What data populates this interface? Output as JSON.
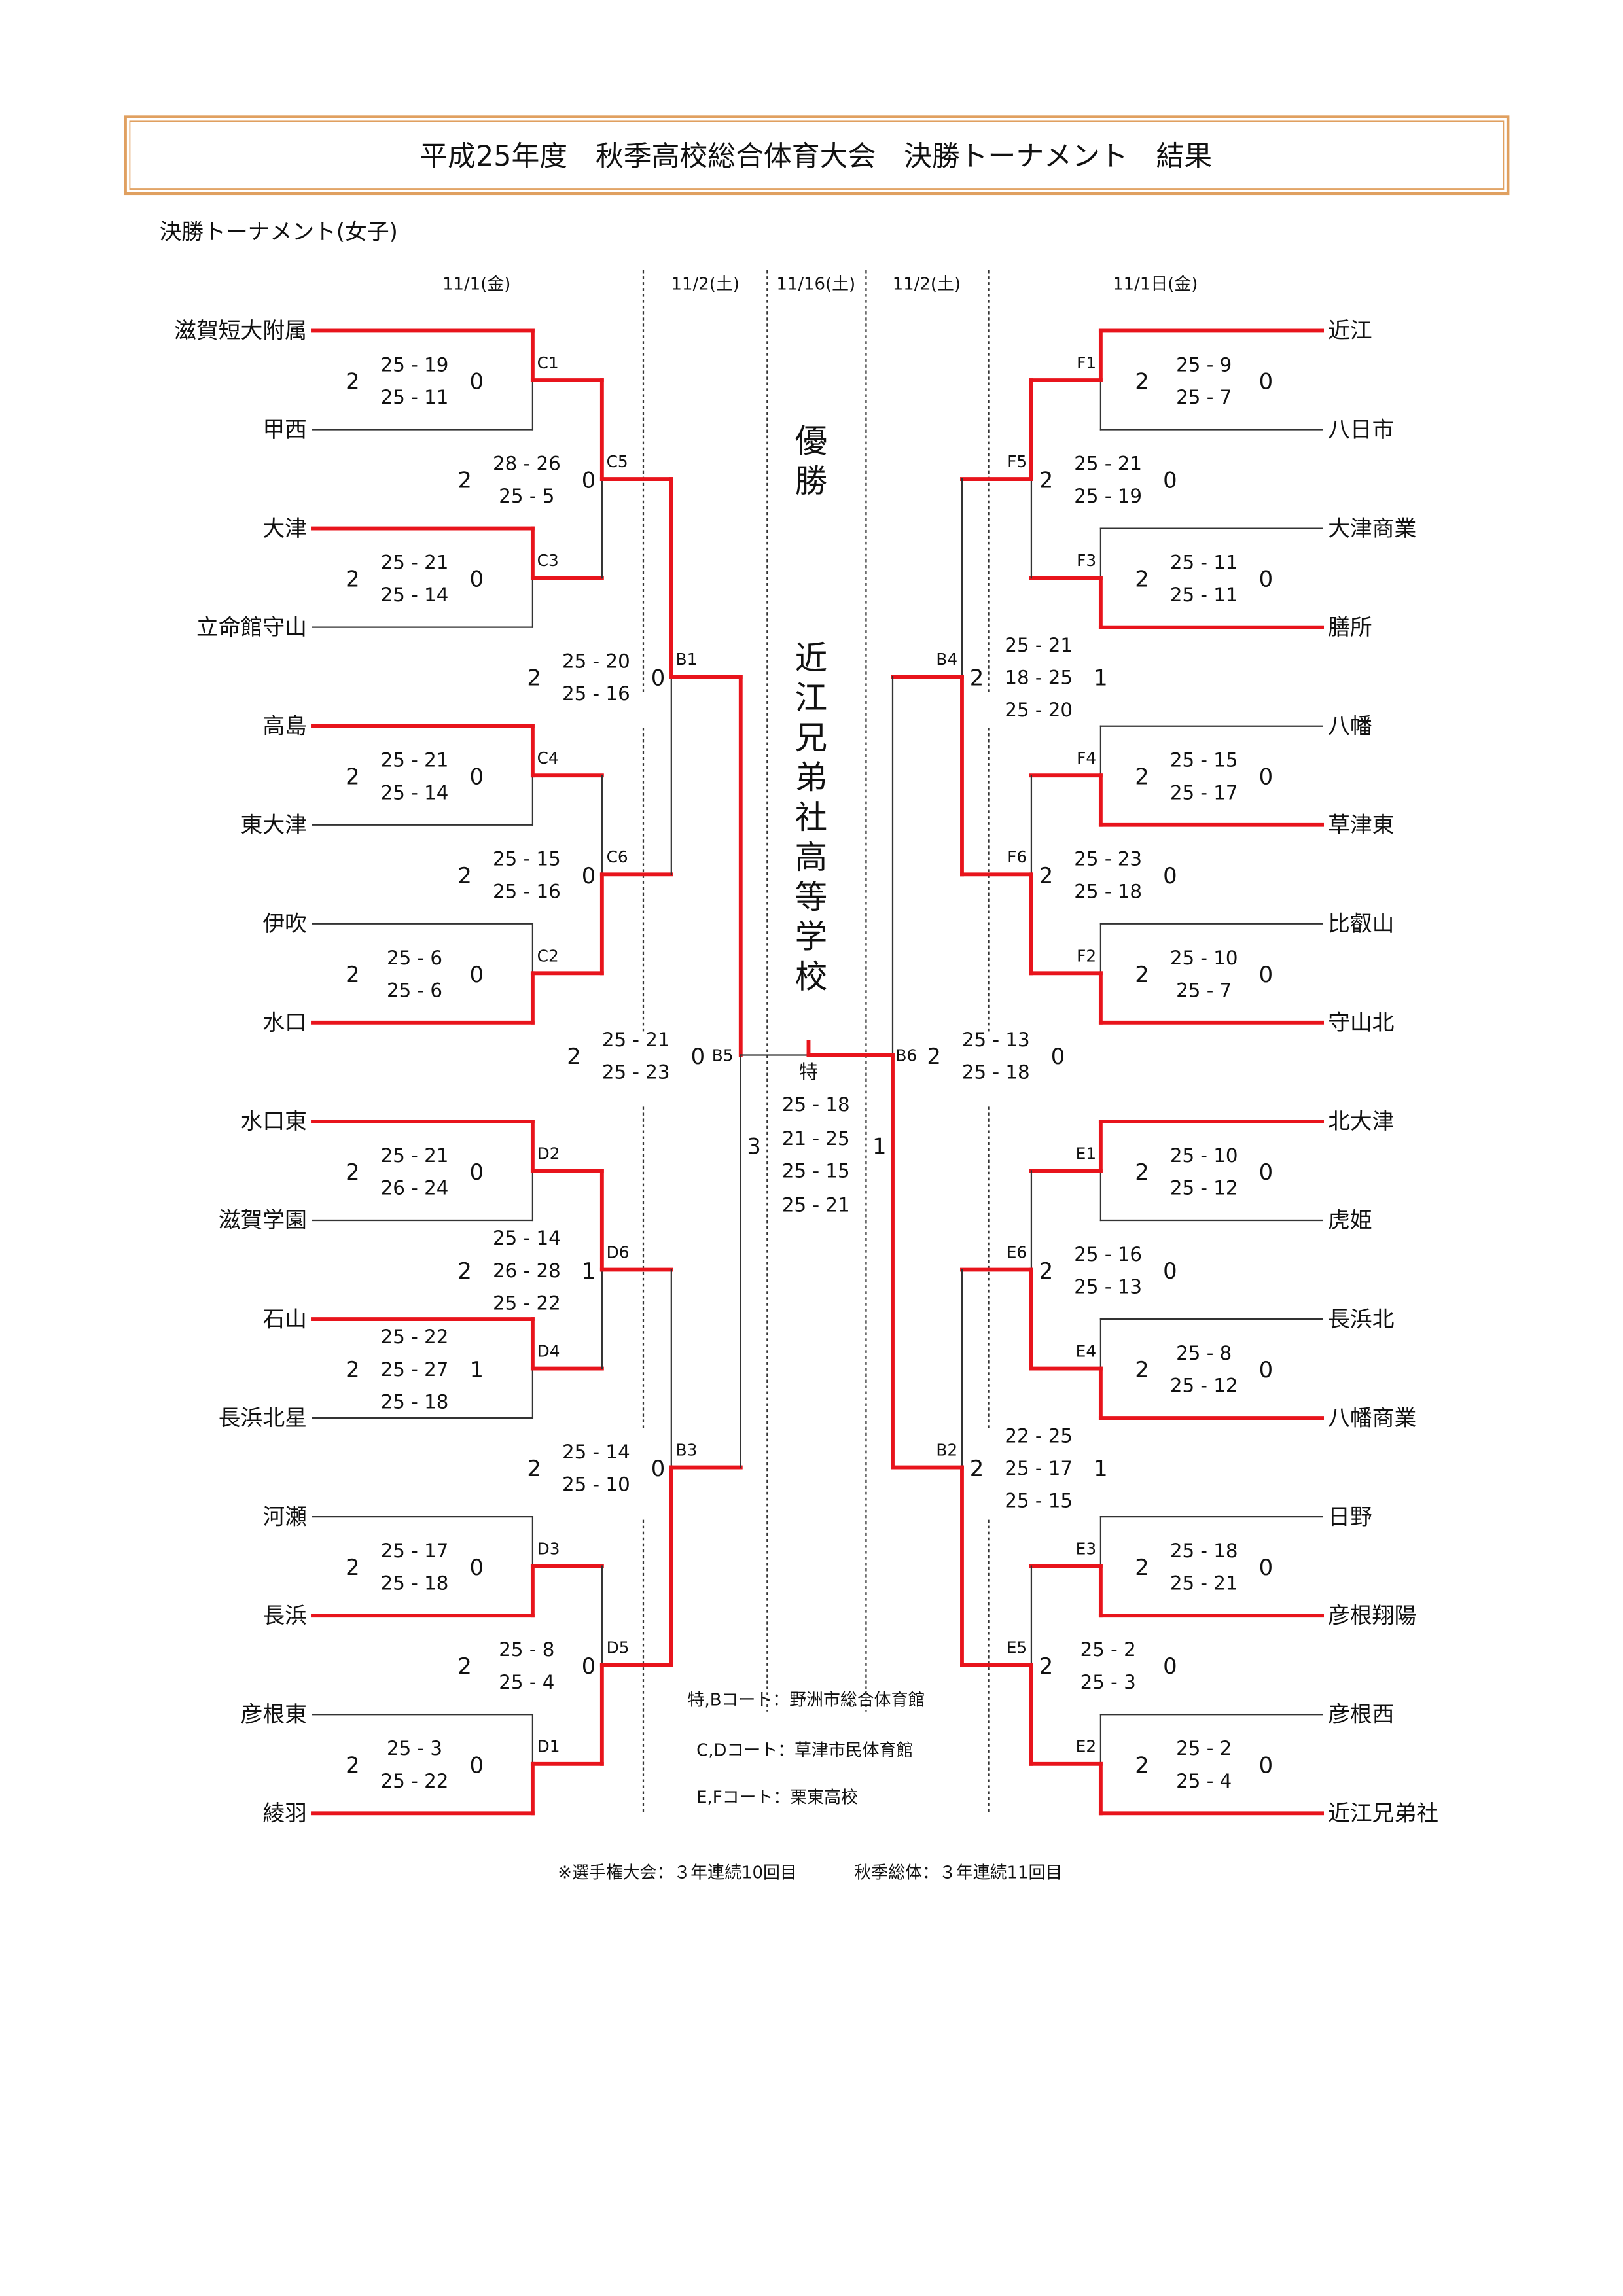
{
  "title": "平成25年度　秋季高校総合体育大会　決勝トーナメント　結果",
  "subtitle": "決勝トーナメント(女子)",
  "dates": [
    "11/1(金)",
    "11/2(土)",
    "11/16(土)",
    "11/2(土)",
    "11/1日(金)"
  ],
  "colors": {
    "winner_line": "#e8141c",
    "loser_line": "#333333",
    "title_border": "#e0a060"
  },
  "left": {
    "teams": [
      "滋賀短大附属",
      "甲西",
      "大津",
      "立命館守山",
      "高島",
      "東大津",
      "伊吹",
      "水口",
      "水口東",
      "滋賀学園",
      "石山",
      "長浜北星",
      "河瀬",
      "長浜",
      "彦根東",
      "綾羽"
    ],
    "rounds": [
      [
        {
          "label": "C1",
          "winner": "top",
          "winner_sets": "2",
          "loser_sets": "0",
          "scores": [
            "25 - 19",
            "25 - 11"
          ]
        },
        {
          "label": "C3",
          "winner": "top",
          "winner_sets": "2",
          "loser_sets": "0",
          "scores": [
            "25 - 21",
            "25 - 14"
          ]
        },
        {
          "label": "C4",
          "winner": "top",
          "winner_sets": "2",
          "loser_sets": "0",
          "scores": [
            "25 - 21",
            "25 - 14"
          ]
        },
        {
          "label": "C2",
          "winner": "bottom",
          "winner_sets": "2",
          "loser_sets": "0",
          "scores": [
            "25 -  6",
            "25 -  6"
          ]
        },
        {
          "label": "D2",
          "winner": "top",
          "winner_sets": "2",
          "loser_sets": "0",
          "scores": [
            "25 - 21",
            "26 - 24"
          ]
        },
        {
          "label": "D4",
          "winner": "top",
          "winner_sets": "2",
          "loser_sets": "1",
          "scores": [
            "25 - 22",
            "25 - 27",
            "25 - 18"
          ]
        },
        {
          "label": "D3",
          "winner": "bottom",
          "winner_sets": "2",
          "loser_sets": "0",
          "scores": [
            "25 - 17",
            "25 - 18"
          ]
        },
        {
          "label": "D1",
          "winner": "bottom",
          "winner_sets": "2",
          "loser_sets": "0",
          "scores": [
            "25 -  3",
            "25 - 22"
          ]
        }
      ],
      [
        {
          "label": "C5",
          "winner": "top",
          "winner_sets": "2",
          "loser_sets": "0",
          "scores": [
            "28 - 26",
            "25 -  5"
          ]
        },
        {
          "label": "C6",
          "winner": "bottom",
          "winner_sets": "2",
          "loser_sets": "0",
          "scores": [
            "25 - 15",
            "25 - 16"
          ]
        },
        {
          "label": "D6",
          "winner": "top",
          "winner_sets": "2",
          "loser_sets": "1",
          "scores": [
            "25 - 14",
            "26 - 28",
            "25 - 22"
          ]
        },
        {
          "label": "D5",
          "winner": "bottom",
          "winner_sets": "2",
          "loser_sets": "0",
          "scores": [
            "25 -  8",
            "25 -  4"
          ]
        }
      ],
      [
        {
          "label": "B1",
          "winner": "top",
          "winner_sets": "2",
          "loser_sets": "0",
          "scores": [
            "25 - 20",
            "25 - 16"
          ]
        },
        {
          "label": "B3",
          "winner": "bottom",
          "winner_sets": "2",
          "loser_sets": "0",
          "scores": [
            "25 - 14",
            "25 - 10"
          ]
        }
      ],
      [
        {
          "label": "B5",
          "winner": "top",
          "winner_sets": "2",
          "loser_sets": "0",
          "scores": [
            "25 - 21",
            "25 - 23"
          ]
        }
      ]
    ]
  },
  "right": {
    "teams": [
      "近江",
      "八日市",
      "大津商業",
      "膳所",
      "八幡",
      "草津東",
      "比叡山",
      "守山北",
      "北大津",
      "虎姫",
      "長浜北",
      "八幡商業",
      "日野",
      "彦根翔陽",
      "彦根西",
      "近江兄弟社"
    ],
    "rounds": [
      [
        {
          "label": "F1",
          "winner": "top",
          "winner_sets": "2",
          "loser_sets": "0",
          "scores": [
            "25 -  9",
            "25 -  7"
          ]
        },
        {
          "label": "F3",
          "winner": "bottom",
          "winner_sets": "2",
          "loser_sets": "0",
          "scores": [
            "25 - 11",
            "25 - 11"
          ]
        },
        {
          "label": "F4",
          "winner": "bottom",
          "winner_sets": "2",
          "loser_sets": "0",
          "scores": [
            "25 - 15",
            "25 - 17"
          ]
        },
        {
          "label": "F2",
          "winner": "bottom",
          "winner_sets": "2",
          "loser_sets": "0",
          "scores": [
            "25 - 10",
            "25 -  7"
          ]
        },
        {
          "label": "E1",
          "winner": "top",
          "winner_sets": "2",
          "loser_sets": "0",
          "scores": [
            "25 - 10",
            "25 - 12"
          ]
        },
        {
          "label": "E4",
          "winner": "bottom",
          "winner_sets": "2",
          "loser_sets": "0",
          "scores": [
            "25 -  8",
            "25 - 12"
          ]
        },
        {
          "label": "E3",
          "winner": "bottom",
          "winner_sets": "2",
          "loser_sets": "0",
          "scores": [
            "25 - 18",
            "25 - 21"
          ]
        },
        {
          "label": "E2",
          "winner": "bottom",
          "winner_sets": "2",
          "loser_sets": "0",
          "scores": [
            "25 -  2",
            "25 -  4"
          ]
        }
      ],
      [
        {
          "label": "F5",
          "winner": "top",
          "winner_sets": "2",
          "loser_sets": "0",
          "scores": [
            "25 - 21",
            "25 - 19"
          ]
        },
        {
          "label": "F6",
          "winner": "bottom",
          "winner_sets": "2",
          "loser_sets": "0",
          "scores": [
            "25 - 23",
            "25 - 18"
          ]
        },
        {
          "label": "E6",
          "winner": "bottom",
          "winner_sets": "2",
          "loser_sets": "0",
          "scores": [
            "25 - 16",
            "25 - 13"
          ]
        },
        {
          "label": "E5",
          "winner": "bottom",
          "winner_sets": "2",
          "loser_sets": "0",
          "scores": [
            "25 -  2",
            "25 -  3"
          ]
        }
      ],
      [
        {
          "label": "B4",
          "winner": "bottom",
          "winner_sets": "2",
          "loser_sets": "1",
          "scores": [
            "25 - 21",
            "18 - 25",
            "25 - 20"
          ]
        },
        {
          "label": "B2",
          "winner": "bottom",
          "winner_sets": "2",
          "loser_sets": "1",
          "scores": [
            "22 - 25",
            "25 - 17",
            "25 - 15"
          ]
        }
      ],
      [
        {
          "label": "B6",
          "winner": "bottom",
          "winner_sets": "2",
          "loser_sets": "0",
          "scores": [
            "25 - 13",
            "25 - 18"
          ]
        }
      ]
    ]
  },
  "final": {
    "label": "特",
    "left_sets": "3",
    "right_sets": "1",
    "scores": [
      "25 - 18",
      "21 - 25",
      "25 - 15",
      "25 - 21"
    ],
    "champion_heading": "優勝",
    "champion": "近江兄弟社高等学校"
  },
  "venues": [
    "特,Bコート：野洲市総合体育館",
    "C,Dコート：草津市民体育館",
    "E,Fコート：栗東高校"
  ],
  "records": [
    "※選手権大会：３年連続10回目",
    "秋季総体：３年連続11回目"
  ]
}
